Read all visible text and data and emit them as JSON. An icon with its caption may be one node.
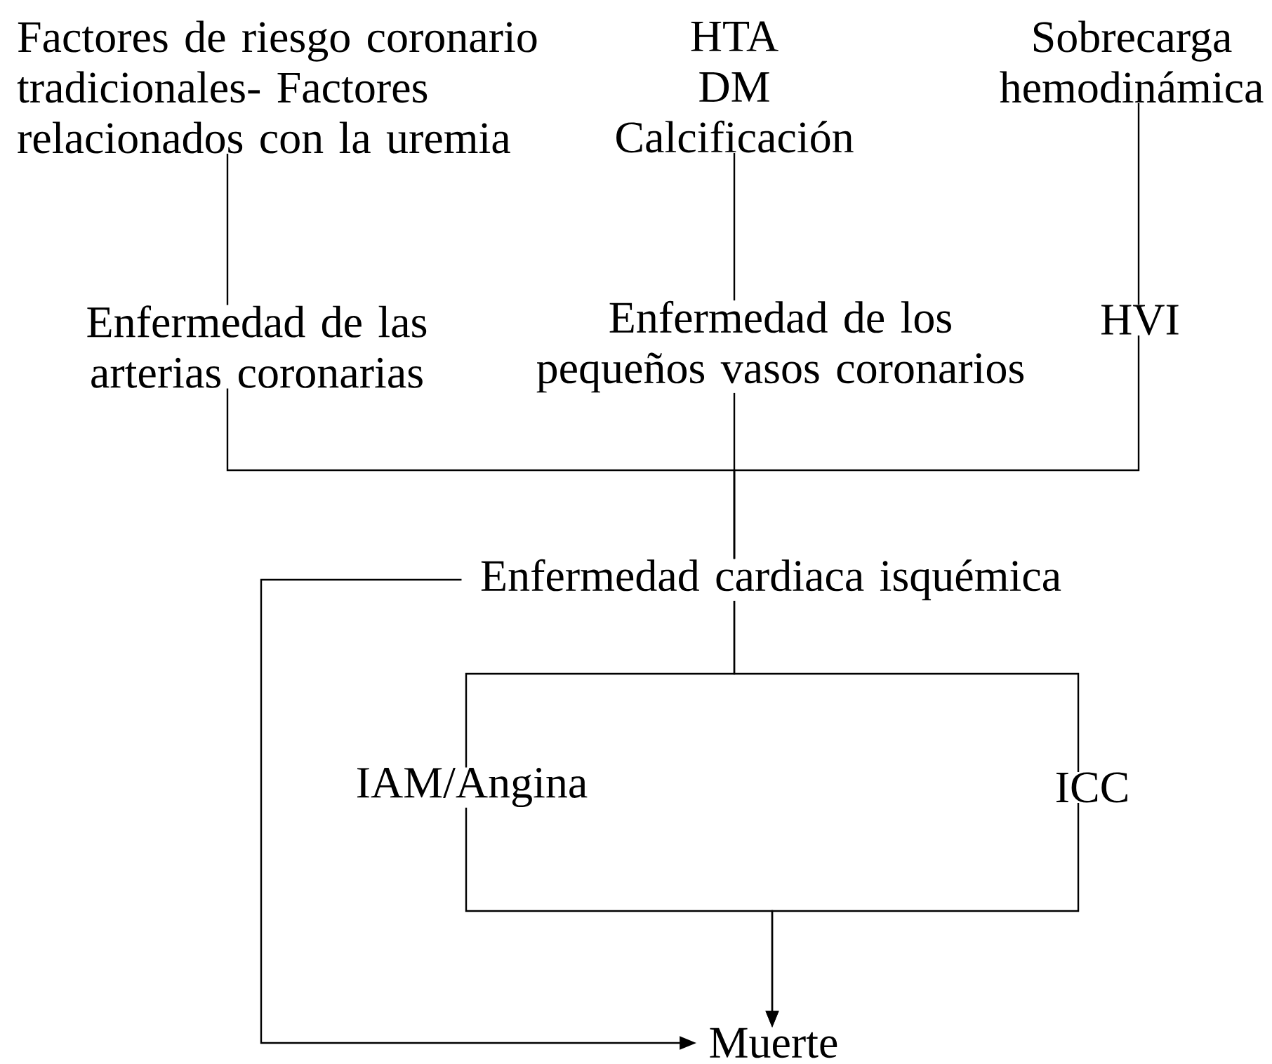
{
  "diagram": {
    "nodes": [
      {
        "text": [
          "Factores de riesgo coronario tradicionales- Factores relacionados con la uremia"
        ]
      },
      {
        "text": [
          "HTA",
          "DM",
          "Calcificación"
        ]
      },
      {
        "text": [
          "Sobrecarga hemodinámica"
        ]
      },
      {
        "text": [
          "Enfermedad de las arterias coronarias"
        ]
      },
      {
        "text": [
          "Enfermedad de los pequeños vasos coronarios"
        ]
      },
      {
        "text": [
          "HVI"
        ]
      },
      {
        "text": [
          "Enfermedad cardiaca isquémica"
        ]
      },
      {
        "text": [
          "IAM/Angina"
        ]
      },
      {
        "text": [
          "ICC"
        ]
      },
      {
        "text": [
          "Muerte"
        ]
      }
    ],
    "edges": [
      {
        "from": 0,
        "to": 3,
        "arrow": "none"
      },
      {
        "from": 1,
        "to": 4,
        "arrow": "none"
      },
      {
        "from": 2,
        "to": 5,
        "arrow": "none"
      },
      {
        "from": 3,
        "to": 6,
        "arrow": "none"
      },
      {
        "from": 4,
        "to": 6,
        "arrow": "none"
      },
      {
        "from": 5,
        "to": 6,
        "arrow": "none"
      },
      {
        "from": 6,
        "to": 7,
        "arrow": "none"
      },
      {
        "from": 6,
        "to": 8,
        "arrow": "none"
      },
      {
        "from": 7,
        "to": 9,
        "arrow": "to"
      },
      {
        "from": 8,
        "to": 9,
        "arrow": "to"
      },
      {
        "from": 6,
        "to": 9,
        "arrow": "to"
      }
    ]
  }
}
